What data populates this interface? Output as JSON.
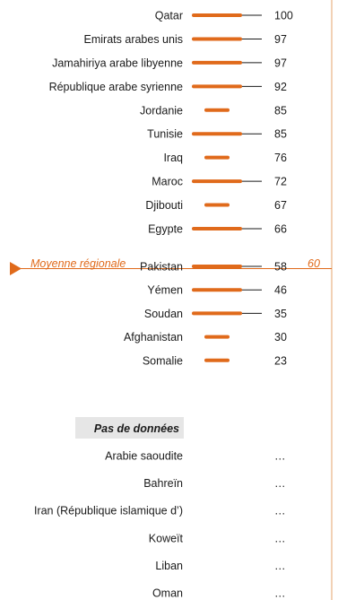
{
  "chart_data": {
    "type": "bar",
    "colors": {
      "bar": "#e06a1b",
      "rule": "#1a1a1a",
      "accent": "#e06a1b",
      "band": "#e6e6e6",
      "frame": "#e6a36b"
    },
    "regional_average": {
      "label": "Moyenne régionale",
      "value": 60
    },
    "rows": [
      {
        "name": "Qatar",
        "value": 100,
        "line": true
      },
      {
        "name": "Emirats arabes unis",
        "value": 97,
        "line": true
      },
      {
        "name": "Jamahiriya arabe libyenne",
        "value": 97,
        "line": true
      },
      {
        "name": "République arabe syrienne",
        "value": 92,
        "line": true
      },
      {
        "name": "Jordanie",
        "value": 85,
        "line": false
      },
      {
        "name": "Tunisie",
        "value": 85,
        "line": true
      },
      {
        "name": "Iraq",
        "value": 76,
        "line": false
      },
      {
        "name": "Maroc",
        "value": 72,
        "line": true
      },
      {
        "name": "Djibouti",
        "value": 67,
        "line": false
      },
      {
        "name": "Egypte",
        "value": 66,
        "line": true
      },
      {
        "name": "Pakistan",
        "value": 58,
        "line": true
      },
      {
        "name": "Yémen",
        "value": 46,
        "line": true
      },
      {
        "name": "Soudan",
        "value": 35,
        "line": true
      },
      {
        "name": "Afghanistan",
        "value": 30,
        "line": false
      },
      {
        "name": "Somalie",
        "value": 23,
        "line": false
      }
    ],
    "no_data": {
      "title": "Pas de données",
      "placeholder": "…",
      "items": [
        "Arabie saoudite",
        "Bahreïn",
        "Iran (République islamique d’)",
        "Koweït",
        "Liban",
        "Oman"
      ]
    }
  }
}
